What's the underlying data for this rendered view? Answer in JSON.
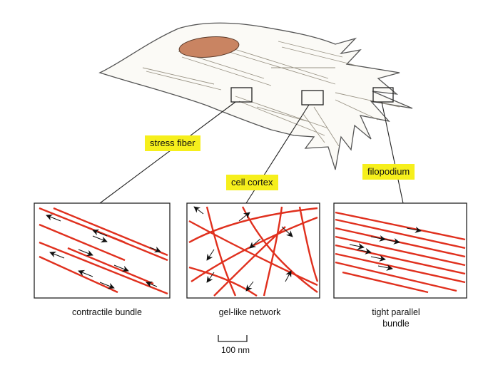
{
  "labels": {
    "stress_fiber": "stress fiber",
    "cell_cortex": "cell cortex",
    "filopodium": "filopodium"
  },
  "captions": {
    "contractile": "contractile bundle",
    "gel": "gel-like network",
    "tight_line1": "tight parallel",
    "tight_line2": "bundle"
  },
  "scale_bar": {
    "label": "100 nm"
  },
  "colors": {
    "filament": "#e0301e",
    "highlight": "#f6ef1c",
    "nucleus": "#c98462",
    "cell_outline": "#555555",
    "cell_fill": "#fbfaf6"
  }
}
